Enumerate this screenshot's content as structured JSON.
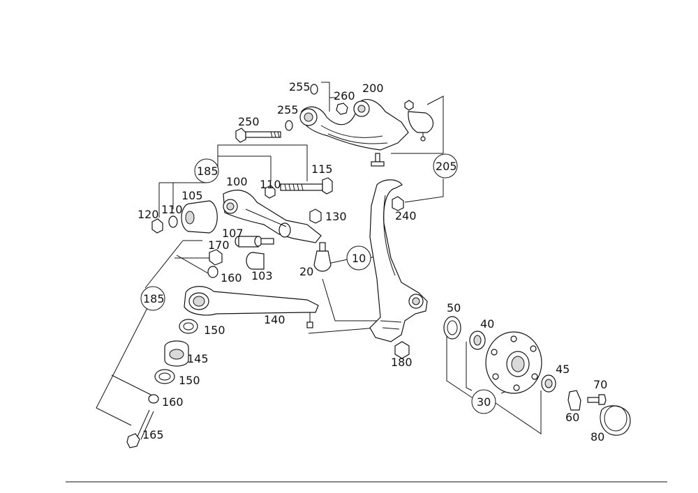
{
  "labels": {
    "p255a": "255",
    "p260": "260",
    "p200": "200",
    "p250": "250",
    "p255b": "255",
    "p185a": "185",
    "p115": "115",
    "p100": "100",
    "p110a": "110",
    "p105": "105",
    "p120": "120",
    "p110b": "110",
    "p130": "130",
    "p107": "107",
    "p170": "170",
    "p103": "103",
    "p20": "20",
    "p10": "10",
    "p160a": "160",
    "p185b": "185",
    "p140": "140",
    "p150a": "150",
    "p145": "145",
    "p150b": "150",
    "p160b": "160",
    "p165": "165",
    "p205": "205",
    "p240": "240",
    "p50": "50",
    "p40": "40",
    "p180": "180",
    "p45": "45",
    "p30": "30",
    "p70": "70",
    "p60": "60",
    "p80": "80"
  }
}
